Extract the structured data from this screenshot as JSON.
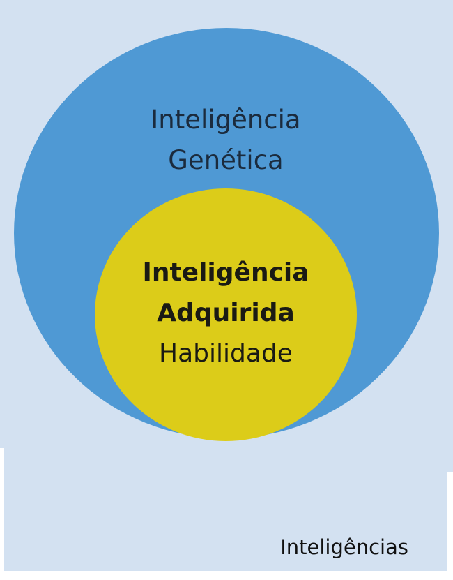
{
  "diagram": {
    "outer": {
      "line1": "Inteligência",
      "line2": "Genética",
      "color": "#4f99d4"
    },
    "inner": {
      "line1": "Inteligência",
      "line2": "Adquirida",
      "line3": "Habilidade",
      "color": "#dccc19"
    },
    "background_color": "#d3e1f1",
    "caption": "Inteligências"
  }
}
